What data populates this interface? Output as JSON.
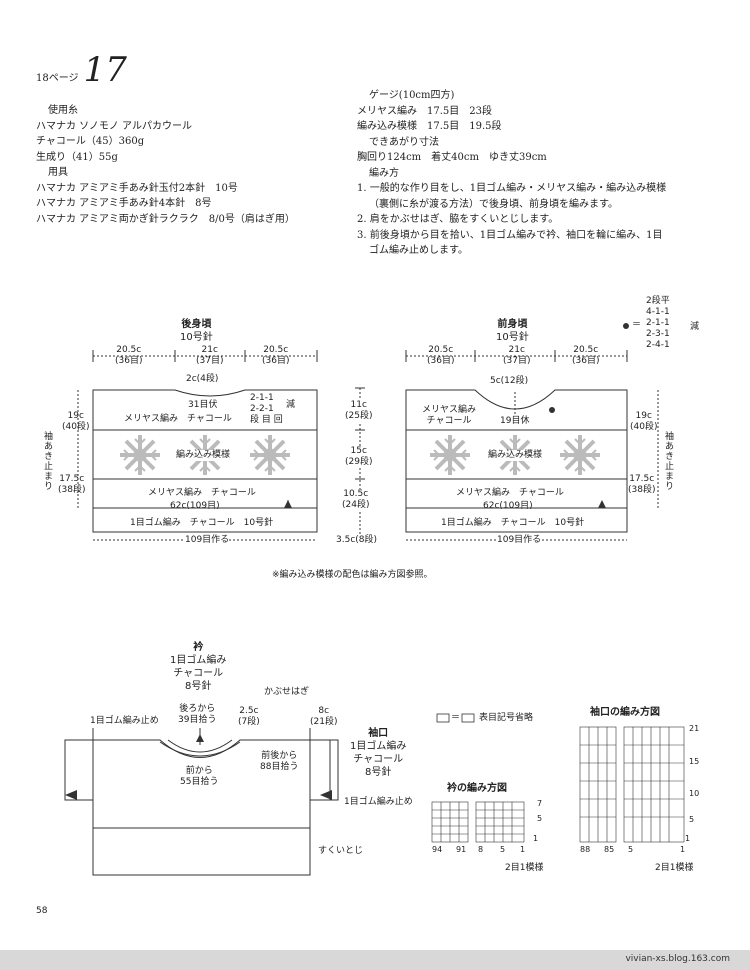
{
  "header": {
    "page_label": "18ページ",
    "number": "17"
  },
  "materials": {
    "yarn_heading": "使用糸",
    "yarn_name": "ハマナカ ソノモノ アルパカウール",
    "yarn_lines": [
      "チャコール（45）360g",
      "生成り（41）55g"
    ],
    "tools_heading": "用具",
    "tools_lines": [
      "ハマナカ アミアミ手あみ針玉付2本針　10号",
      "ハマナカ アミアミ手あみ針4本針　8号",
      "ハマナカ アミアミ両かぎ針ラクラク　8/0号（肩はぎ用）"
    ]
  },
  "gauge": {
    "heading": "ゲージ(10cm四方)",
    "lines": [
      "メリヤス編み　17.5目　23段",
      "編み込み模様　17.5目　19.5段"
    ],
    "size_heading": "できあがり寸法",
    "size_line": "胸回り124cm　着丈40cm　ゆき丈39cm",
    "method_heading": "編み方",
    "steps": [
      "1. 一般的な作り目をし、1目ゴム編み・メリヤス編み・編み込み模様",
      "（裏側に糸が渡る方法）で後身頃、前身頃を編みます。",
      "2. 肩をかぶせはぎ、脇をすくいとじします。",
      "3. 前後身頃から目を拾い、1目ゴム編みで衿、袖口を輪に編み、1目",
      "ゴム編み止めします。"
    ]
  },
  "back": {
    "title": "後身頃",
    "needle": "10号針",
    "w_left": "20.5c",
    "w_left_st": "(36目)",
    "w_mid": "21c",
    "w_mid_st": "(37目)",
    "w_right": "20.5c",
    "w_right_st": "(36目)",
    "neck": "2c(4段)",
    "bindoff": "31目伏",
    "dec1": "2-1-1",
    "dec2": "2-2-1",
    "dec3": "段 目 回",
    "dec_label": "減",
    "stock1": "メリヤス編み　チャコール",
    "pattern": "編み込み模様",
    "stock2": "メリヤス編み　チャコール",
    "width": "62c(109目)",
    "ribbing": "1目ゴム編み　チャコール　10号針",
    "cast_on": "109目作る",
    "side_top": "19c",
    "side_top_rows": "(40段)",
    "side_bot": "17.5c",
    "side_bot_rows": "(38段)",
    "armhole": "袖あき止まり"
  },
  "heights": {
    "h1": "11c",
    "h1r": "(25段)",
    "h2": "15c",
    "h2r": "(29段)",
    "h3": "10.5c",
    "h3r": "(24段)",
    "h4": "3.5c(8段)"
  },
  "front": {
    "title": "前身頃",
    "needle": "10号針",
    "w_left": "20.5c",
    "w_left_st": "(36目)",
    "w_mid": "21c",
    "w_mid_st": "(37目)",
    "w_right": "20.5c",
    "w_right_st": "(36目)",
    "neck": "5c(12段)",
    "stock1a": "メリヤス編み",
    "stock1b": "チャコール",
    "hold": "19目休",
    "pattern": "編み込み模様",
    "stock2": "メリヤス編み　チャコール",
    "width": "62c(109目)",
    "ribbing": "1目ゴム編み　チャコール　10号針",
    "cast_on": "109目作る",
    "side_top": "19c",
    "side_top_rows": "(40段)",
    "side_bot": "17.5c",
    "side_bot_rows": "(38段)",
    "armhole": "袖あき止まり"
  },
  "decrease_legend": {
    "lines": [
      "2段平",
      "4-1-1",
      "2-1-1",
      "2-3-1",
      "2-4-1"
    ],
    "eq": "＝",
    "label": "減"
  },
  "note": "※編み込み模様の配色は編み方図参照。",
  "collar": {
    "title": "衿",
    "l1": "1目ゴム編み",
    "l2": "チャコール",
    "l3": "8号針",
    "bindoff": "1目ゴム編み止め",
    "back_pick1": "後ろから",
    "back_pick2": "39目拾う",
    "side_pick1": "2.5c",
    "side_pick2": "(7段)",
    "front_pick1": "前から",
    "front_pick2": "55目拾う",
    "shoulder": "かぶせはぎ",
    "sleeve_pick1": "前後から",
    "sleeve_pick2": "88目拾う",
    "cuff_h": "8c",
    "cuff_rows": "(21段)",
    "side_seam": "すくいとじ",
    "cuff_bindoff": "1目ゴム編み止め"
  },
  "cuff": {
    "title": "袖口",
    "l1": "1目ゴム編み",
    "l2": "チャコール",
    "l3": "8号針"
  },
  "symbol_note": {
    "eq": "＝",
    "text": "表目記号省略"
  },
  "collar_chart": {
    "title": "衿の編み方図",
    "x_labels": [
      "94",
      "91",
      "8",
      "5",
      "1"
    ],
    "y_labels": [
      "7",
      "5",
      "1"
    ],
    "repeat": "2目1模様"
  },
  "cuff_chart": {
    "title": "袖口の編み方図",
    "x_labels": [
      "88",
      "85",
      "5",
      "1"
    ],
    "y_labels": [
      "21",
      "15",
      "10",
      "5",
      "1"
    ],
    "repeat": "2目1模様"
  },
  "page_number": "58",
  "footer": "vivian-xs.blog.163.com"
}
